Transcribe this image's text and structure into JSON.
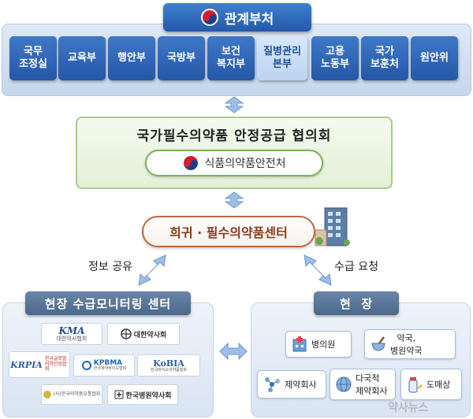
{
  "ministries": {
    "header": "관계부처",
    "items": [
      {
        "label": "국무\n조정실",
        "highlight": false
      },
      {
        "label": "교육부",
        "highlight": false
      },
      {
        "label": "행안부",
        "highlight": false
      },
      {
        "label": "국방부",
        "highlight": false
      },
      {
        "label": "보건\n복지부",
        "highlight": false
      },
      {
        "label": "질병관리\n본부",
        "highlight": true
      },
      {
        "label": "고용\n노동부",
        "highlight": false
      },
      {
        "label": "국가\n보훈처",
        "highlight": false
      },
      {
        "label": "원안위",
        "highlight": false
      }
    ]
  },
  "council": {
    "title": "국가필수의약품 안정공급 협의회",
    "agency": "식품의약품안전처"
  },
  "center": {
    "title": "희귀 · 필수의약품센터"
  },
  "flows": {
    "left": "정보 공유",
    "right": "수급 요청"
  },
  "monitoring": {
    "title": "현장 수급모니터링 센터",
    "logos": [
      {
        "main": "KMA",
        "sub": "대한의사협회"
      },
      {
        "main": "",
        "sub": "대한약사회"
      },
      {
        "main": "KRPIA",
        "sub": "한국글로벌의약산업협회"
      },
      {
        "main": "KPBMA",
        "sub": "한국제약바이오협회"
      },
      {
        "main": "KoBIA",
        "sub": "한국바이오의약품협회"
      },
      {
        "main": "",
        "sub": "(사)한국의약품유통협회"
      },
      {
        "main": "",
        "sub": "한국병원약사회"
      }
    ]
  },
  "field": {
    "title": "현  장",
    "items": [
      {
        "label": "병의원",
        "icon": "hospital-icon"
      },
      {
        "label": "약국,\n병원약국",
        "icon": "mortar-pestle-icon"
      },
      {
        "label": "제약회사",
        "icon": "molecule-icon"
      },
      {
        "label": "다국적\n제약회사",
        "icon": "globe-icon"
      },
      {
        "label": "도매상",
        "icon": "medicine-bottle-icon"
      }
    ]
  },
  "watermark": "약사뉴스",
  "colors": {
    "ministry_blue": "#2f67b8",
    "council_green": "#a8cc8a",
    "center_brown": "#b86a42",
    "arrow_blue": "#8fb4df"
  }
}
